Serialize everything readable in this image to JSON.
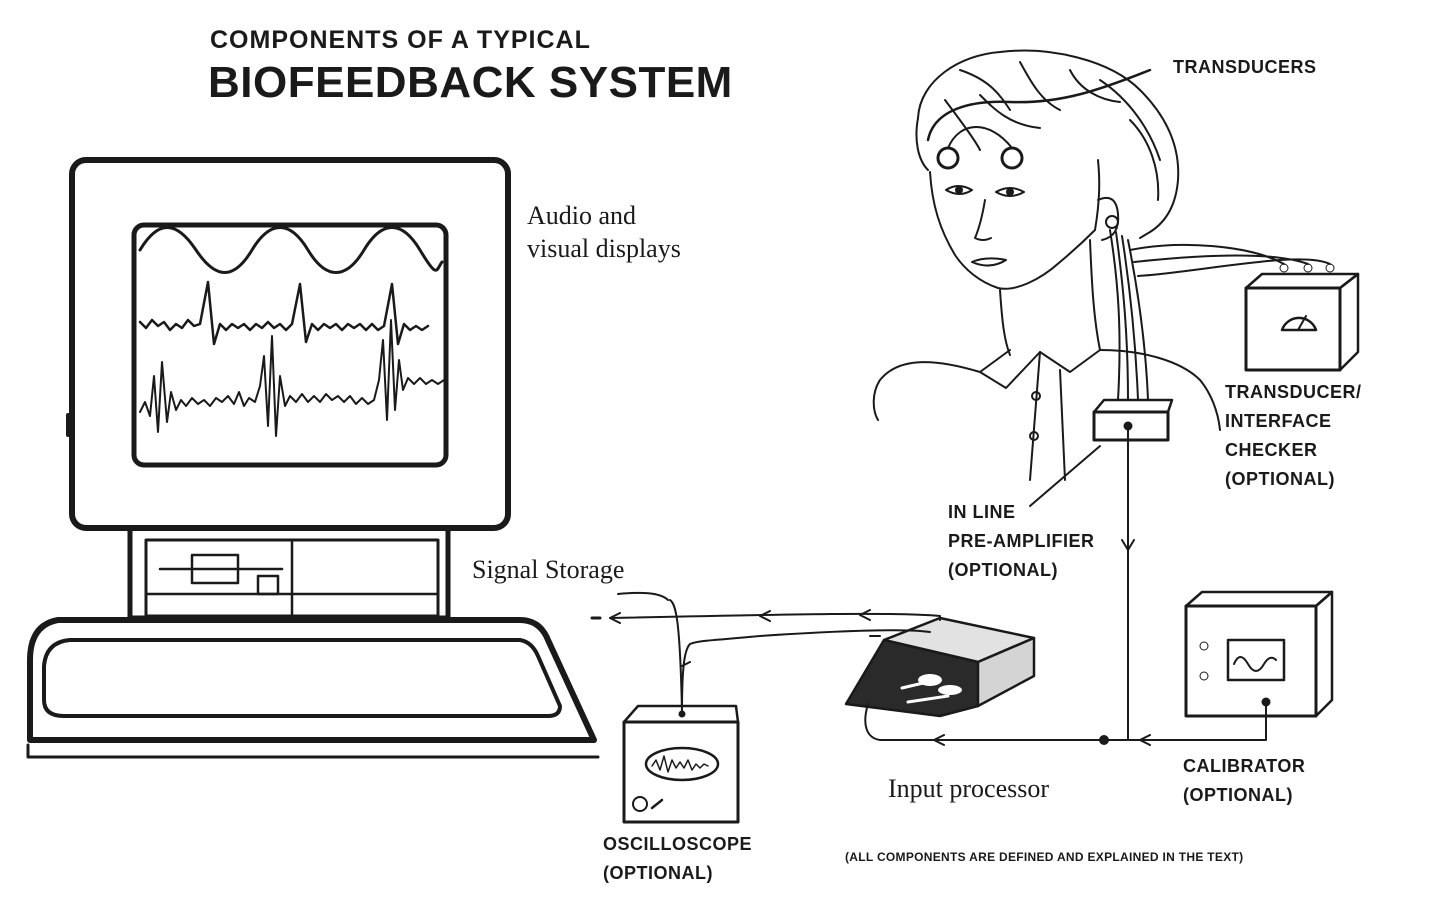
{
  "title": {
    "line1": "COMPONENTS OF A TYPICAL",
    "line2": "BIOFEEDBACK SYSTEM"
  },
  "labels": {
    "displays": [
      "Audio and",
      "visual displays"
    ],
    "signal_storage": "Signal Storage",
    "transducers": "TRANSDUCERS",
    "checker": [
      "TRANSDUCER/",
      "INTERFACE",
      "CHECKER",
      "(OPTIONAL)"
    ],
    "preamp": [
      "IN LINE",
      "PRE-AMPLIFIER",
      "(OPTIONAL)"
    ],
    "calibrator": [
      "CALIBRATOR",
      "(OPTIONAL)"
    ],
    "input_processor": "Input processor",
    "oscilloscope": [
      "OSCILLOSCOPE",
      "(OPTIONAL)"
    ],
    "note": "(ALL COMPONENTS ARE DEFINED AND EXPLAINED IN THE TEXT)"
  }
}
